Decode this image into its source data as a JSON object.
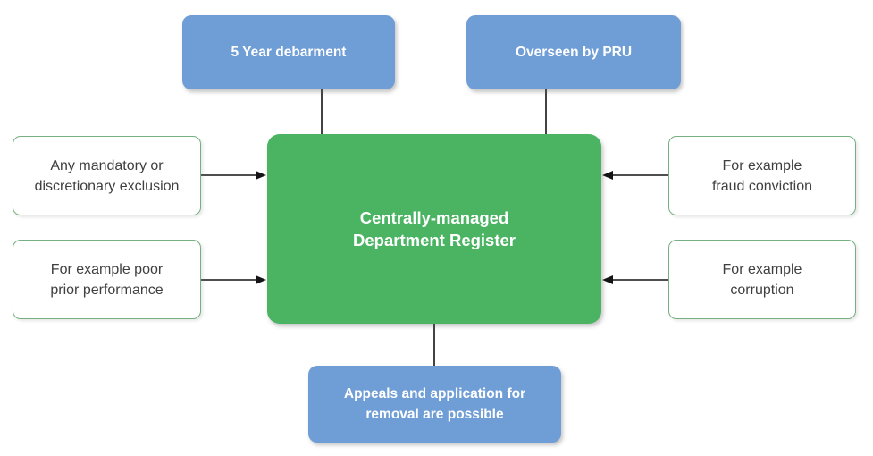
{
  "colors": {
    "node_blue": "#6F9DD5",
    "node_green": "#4BB463",
    "white_node_outline_green": "#74B080",
    "text_dark": "#3F3F3F",
    "text_light": "#FFFFFF",
    "connector_black": "#141414",
    "background": "#FFFFFF"
  },
  "nodes": {
    "center": {
      "lines": [
        "Centrally-managed",
        "Department Register"
      ]
    },
    "top_left": {
      "lines": [
        "5 Year debarment"
      ]
    },
    "top_right": {
      "lines": [
        "Overseen by PRU"
      ]
    },
    "left_top": {
      "lines": [
        "Any mandatory or",
        "discretionary exclusion"
      ]
    },
    "left_bottom": {
      "lines": [
        "For example poor",
        "prior performance"
      ]
    },
    "right_top": {
      "lines": [
        "For example",
        "fraud conviction"
      ]
    },
    "right_bottom": {
      "lines": [
        "For example",
        "corruption"
      ]
    },
    "bottom": {
      "lines": [
        "Appeals and application for",
        "removal are possible"
      ]
    }
  },
  "connectors": [
    {
      "from": "top_left",
      "to": "center",
      "style": "line"
    },
    {
      "from": "top_right",
      "to": "center",
      "style": "line"
    },
    {
      "from": "left_top",
      "to": "center",
      "style": "arrow"
    },
    {
      "from": "left_bottom",
      "to": "center",
      "style": "arrow"
    },
    {
      "from": "right_top",
      "to": "center",
      "style": "arrow"
    },
    {
      "from": "right_bottom",
      "to": "center",
      "style": "arrow"
    },
    {
      "from": "center",
      "to": "bottom",
      "style": "line"
    }
  ]
}
